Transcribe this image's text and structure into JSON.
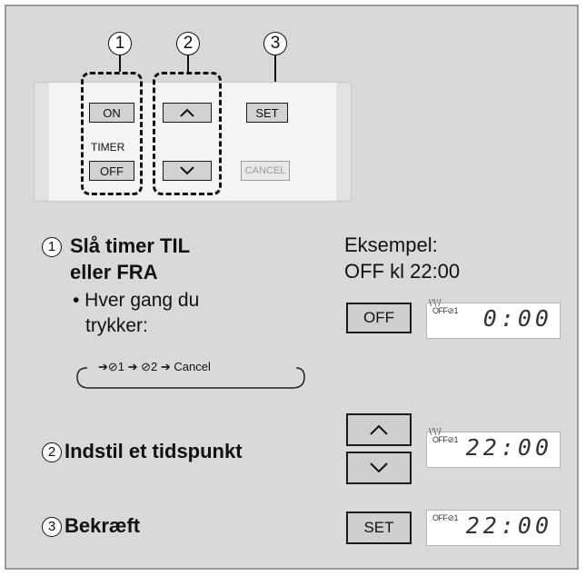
{
  "callouts": [
    "1",
    "2",
    "3"
  ],
  "remote": {
    "on_label": "ON",
    "timer_label": "TIMER",
    "off_label": "OFF",
    "up_icon": "chevron-up-icon",
    "down_icon": "chevron-down-icon",
    "set_label": "SET",
    "cancel_label": "CANCEL"
  },
  "steps": {
    "one": {
      "number": "1",
      "title_line1": "Slå timer TIL",
      "title_line2": "eller FRA",
      "bullet_line1": "• Hver gang du",
      "bullet_line2": "trykker:",
      "sequence": "➔⊘1 ➔ ⊘2 ➔ Cancel"
    },
    "two": {
      "number": "2",
      "title": "Indstil et tidspunkt"
    },
    "three": {
      "number": "3",
      "title": "Bekræft"
    }
  },
  "example": {
    "line1": "Eksempel:",
    "line2": "OFF kl 22:00",
    "off_button": "OFF",
    "set_button": "SET",
    "lcd_tag": "OFF⊘1",
    "lcd1_time": "0:00",
    "lcd2_time": "22:00",
    "lcd3_time": "22:00"
  },
  "colors": {
    "panel": "#d9d9d9",
    "button": "#cfcfcf",
    "display": "#ffffff"
  }
}
